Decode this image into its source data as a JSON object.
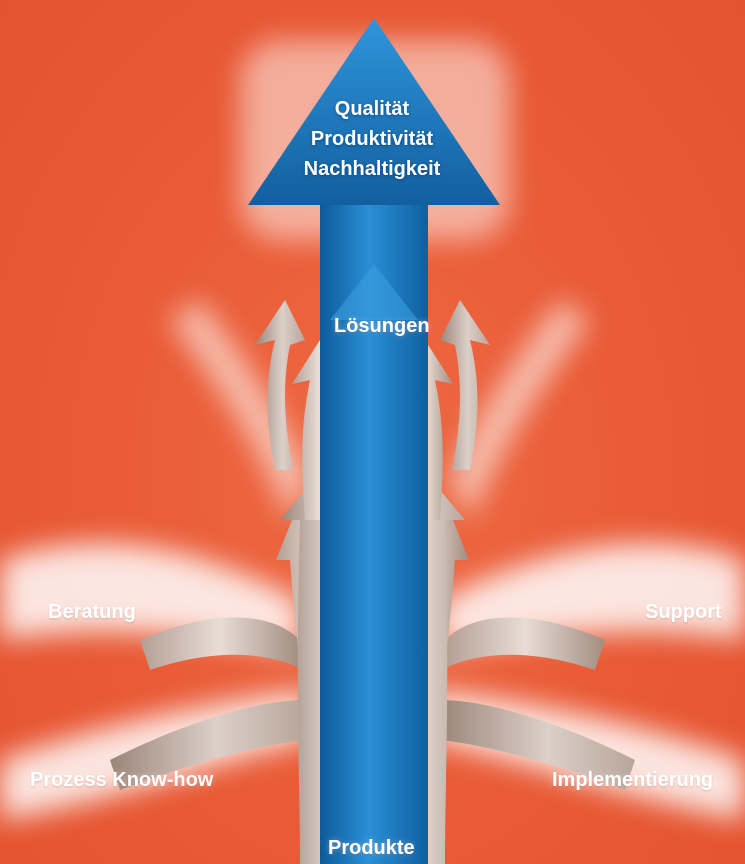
{
  "colors": {
    "background": "#e95a36",
    "main_arrow": "#1a73b8",
    "main_arrow_light": "#3fa0e0",
    "side_arrows": "#c8b6ac",
    "side_arrows_light": "#efe6df",
    "text": "#ffffff"
  },
  "main_arrow": {
    "goals": [
      "Qualität",
      "Produktivität",
      "Nachhaltigkeit"
    ],
    "middle_label": "Lösungen",
    "base_label": "Produkte"
  },
  "inputs": {
    "left_upper": "Beratung",
    "left_lower": "Prozess Know-how",
    "right_upper": "Support",
    "right_lower": "Implementierung"
  }
}
